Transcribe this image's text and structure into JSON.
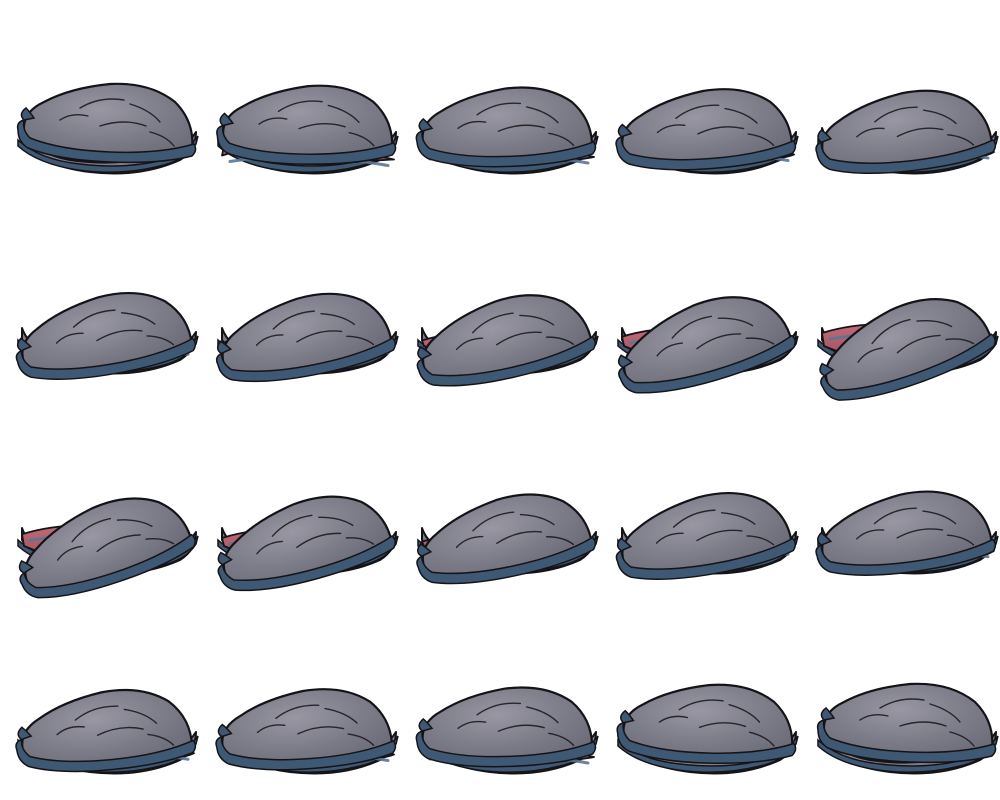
{
  "sprite_sheet": {
    "subject": "oyster",
    "columns": 5,
    "rows": 4,
    "colors": {
      "background": "#ffffff",
      "shell_fill": "#7c7b88",
      "shell_shade": "#6d6c79",
      "shell_highlight": "#9897a3",
      "rim": "#3f5873",
      "rim_light": "#5a7796",
      "flesh": "#c26a78",
      "flesh_shade": "#9d4f5c",
      "outline": "#141418",
      "pearl": "#ffffff"
    },
    "frames": [
      {
        "open": 0.0,
        "pearl": false
      },
      {
        "open": 0.1,
        "pearl": false
      },
      {
        "open": 0.2,
        "pearl": false
      },
      {
        "open": 0.3,
        "pearl": false
      },
      {
        "open": 0.4,
        "pearl": false
      },
      {
        "open": 0.55,
        "pearl": false
      },
      {
        "open": 0.6,
        "pearl": false
      },
      {
        "open": 0.7,
        "pearl": false
      },
      {
        "open": 0.85,
        "pearl": true
      },
      {
        "open": 1.0,
        "pearl": true
      },
      {
        "open": 0.95,
        "pearl": true
      },
      {
        "open": 0.8,
        "pearl": true
      },
      {
        "open": 0.65,
        "pearl": false
      },
      {
        "open": 0.55,
        "pearl": false
      },
      {
        "open": 0.45,
        "pearl": false
      },
      {
        "open": 0.35,
        "pearl": false
      },
      {
        "open": 0.3,
        "pearl": false
      },
      {
        "open": 0.2,
        "pearl": false
      },
      {
        "open": 0.05,
        "pearl": false
      },
      {
        "open": 0.0,
        "pearl": false
      }
    ]
  }
}
